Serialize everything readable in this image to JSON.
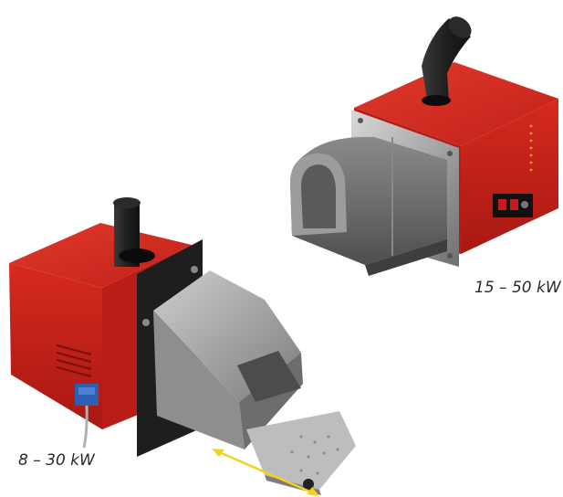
{
  "image": {
    "background": "#ffffff",
    "subjects": [
      "large pellet burner",
      "compact pellet burner"
    ]
  },
  "labels": {
    "large_burner_power": "15 – 50 kW",
    "small_burner_power": "8 – 30 kW"
  },
  "colors": {
    "burner_red": "#d42a1e",
    "steel_grey": "#9a9a9a",
    "dark_flange": "#1e1e1e",
    "arrow_yellow": "#f2d21b"
  }
}
